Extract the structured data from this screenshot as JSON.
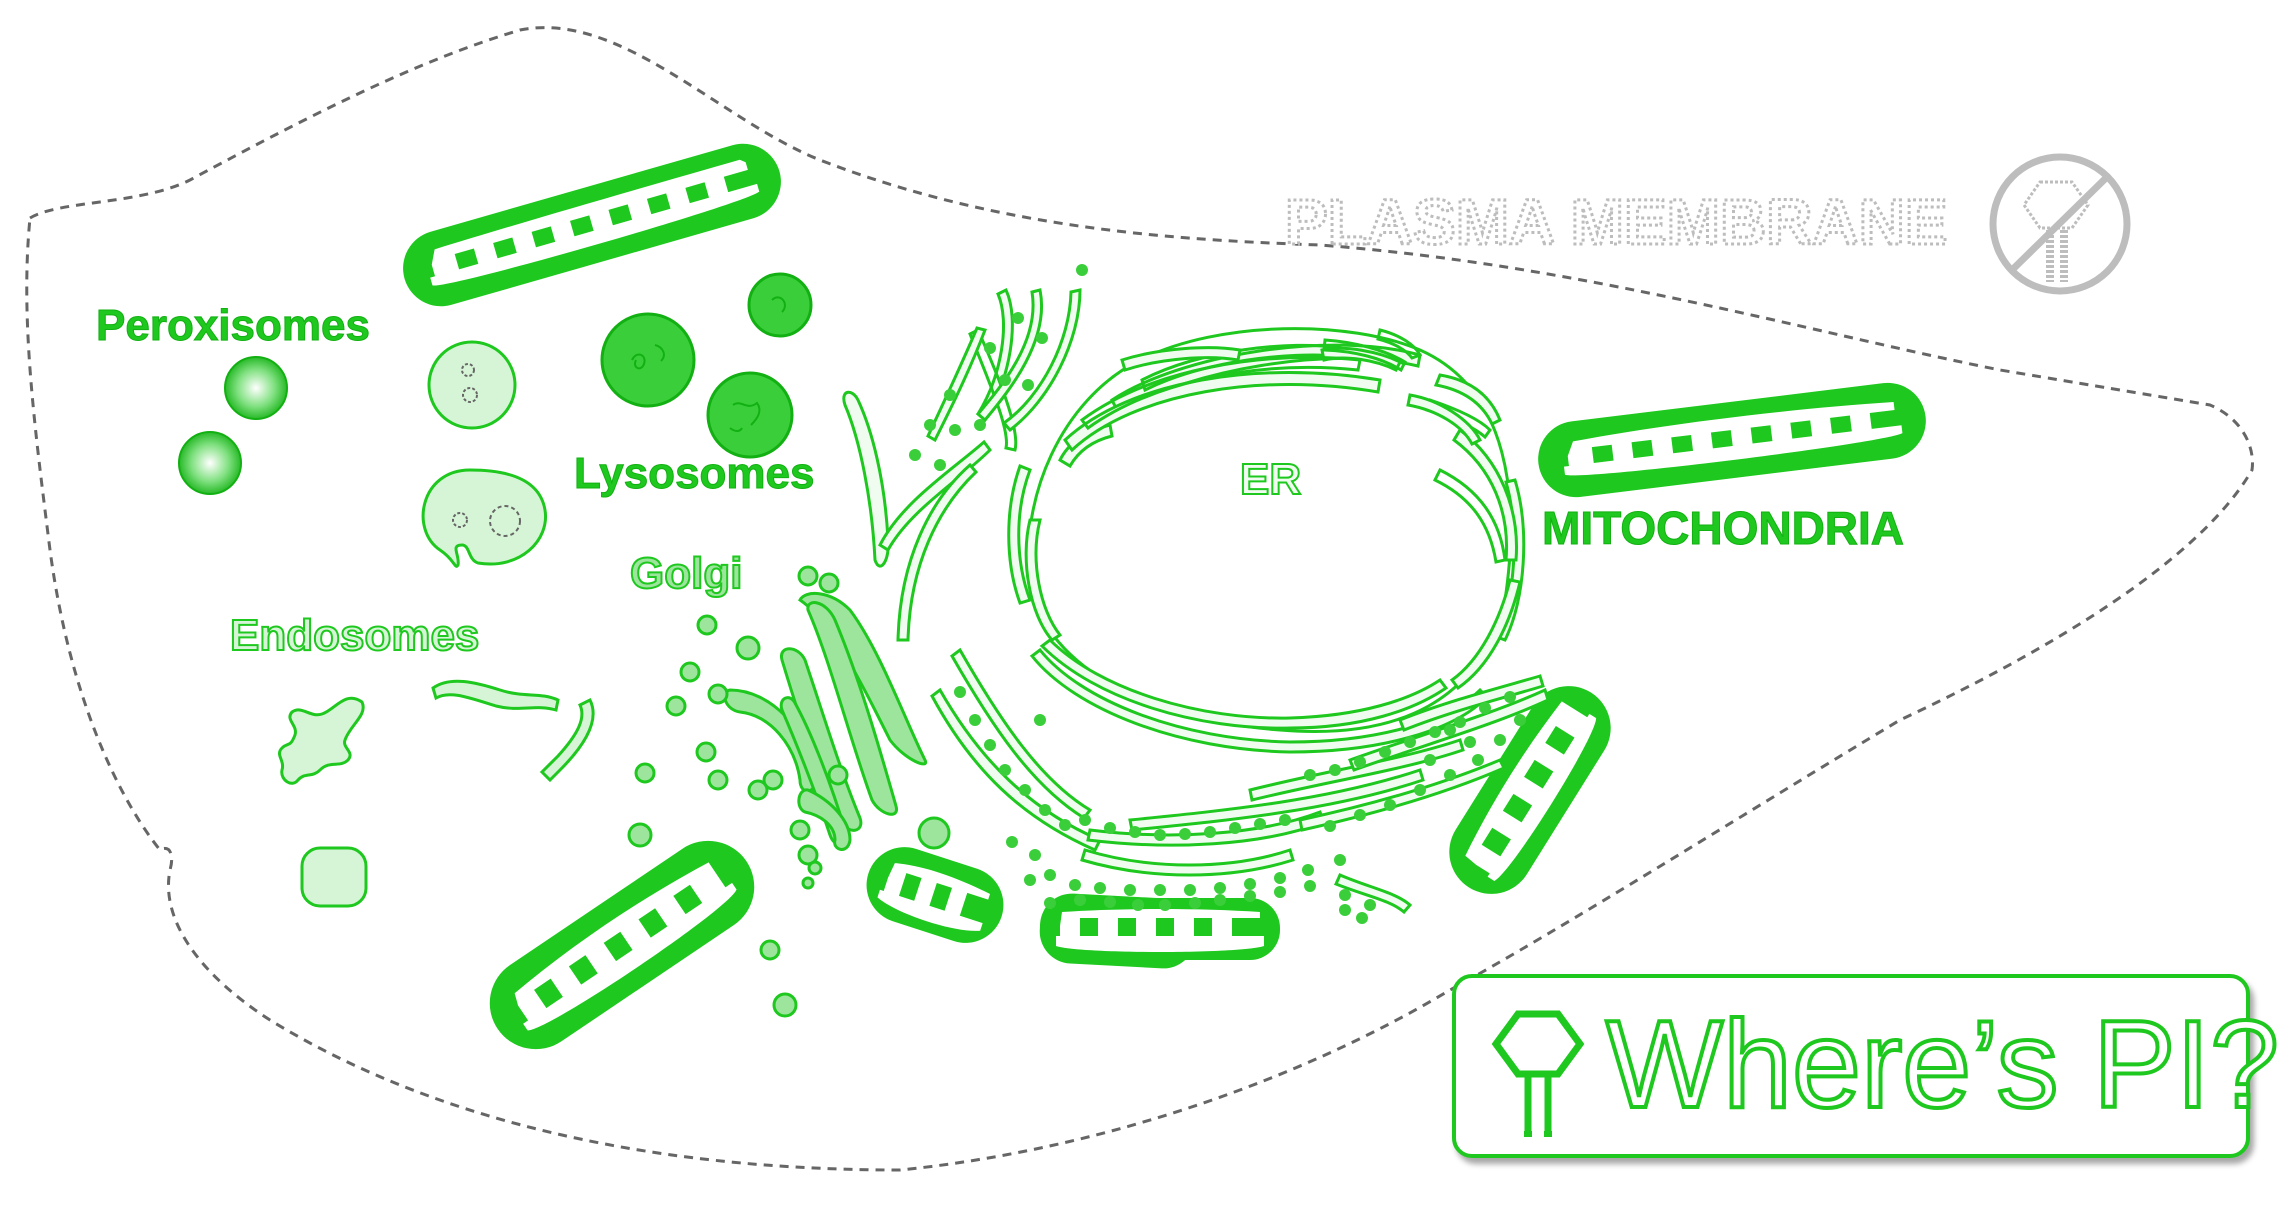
{
  "colors": {
    "green": "#1ec81e",
    "green_dark": "#12b012",
    "green_light": "#d6f5d6",
    "grey": "#bdbdbd",
    "grey_dark": "#666666"
  },
  "labels": {
    "peroxisomes": "Peroxisomes",
    "lysosomes": "Lysosomes",
    "endosomes": "Endosomes",
    "golgi": "Golgi",
    "er": "ER",
    "mitochondria": "MITOCHONDRIA",
    "plasma_membrane": "PLASMA MEMBRANE"
  },
  "callout": {
    "text": "Where’s PI?",
    "icon": "pi-lipid-icon"
  },
  "icons": {
    "plasma_membrane_marker": "pi-lipid-crossed-out-icon"
  }
}
